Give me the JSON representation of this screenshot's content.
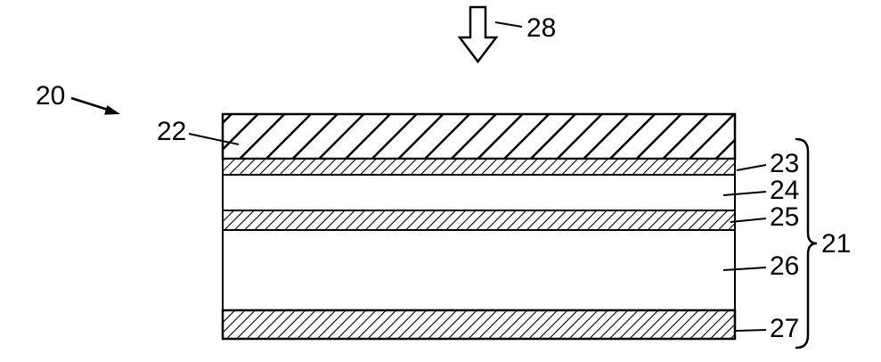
{
  "figure": {
    "colors": {
      "line": "#000000",
      "background": "#ffffff"
    },
    "device_label": "20",
    "brace_label": "21",
    "arrow_label": "28",
    "layers": [
      {
        "ref": "22",
        "fill": "wide-diagonal-hatch"
      },
      {
        "ref": "23",
        "fill": "fine-diagonal-hatch"
      },
      {
        "ref": "24",
        "fill": "plain"
      },
      {
        "ref": "25",
        "fill": "fine-diagonal-hatch"
      },
      {
        "ref": "26",
        "fill": "plain"
      },
      {
        "ref": "27",
        "fill": "fine-diagonal-hatch"
      }
    ]
  }
}
